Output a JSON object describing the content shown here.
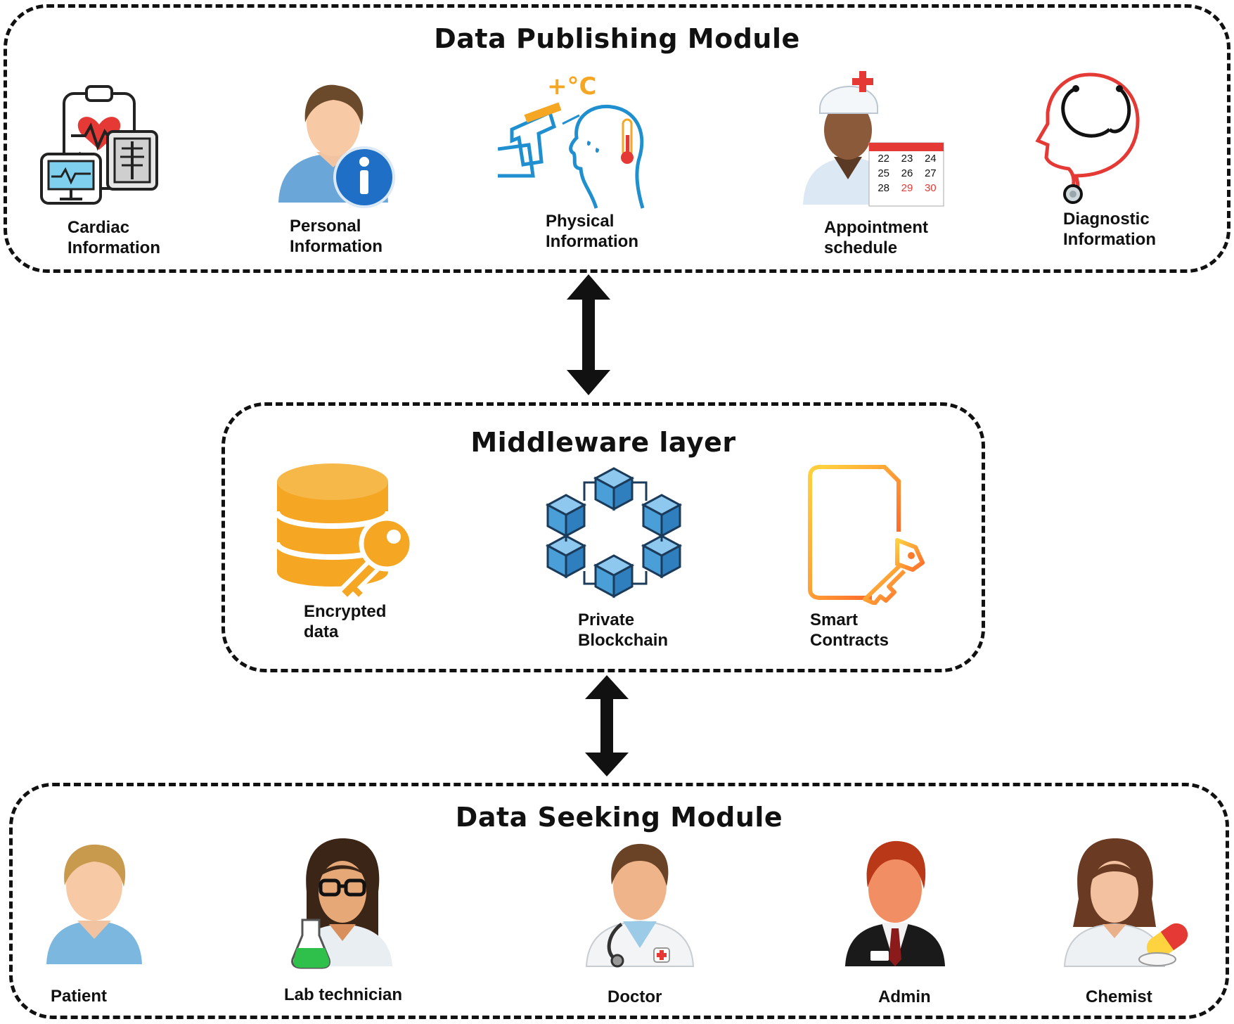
{
  "publishing_module": {
    "title": "Data Publishing Module",
    "items": [
      {
        "label": "Cardiac\nInformation",
        "icon": "cardiac-report-icon"
      },
      {
        "label": "Personal\nInformation",
        "icon": "person-info-icon"
      },
      {
        "label": "Physical\nInformation",
        "icon": "thermometer-scan-icon",
        "badge": "+°C"
      },
      {
        "label": "Appointment\nschedule",
        "icon": "doctor-calendar-icon",
        "calendar": [
          "22",
          "23",
          "24",
          "25",
          "26",
          "27",
          "28",
          "29",
          "30"
        ]
      },
      {
        "label": "Diagnostic\nInformation",
        "icon": "stethoscope-head-icon"
      }
    ]
  },
  "middleware_layer": {
    "title": "Middleware layer",
    "items": [
      {
        "label": "Encrypted\ndata",
        "icon": "database-key-icon"
      },
      {
        "label": "Private\nBlockchain",
        "icon": "blockchain-cubes-icon"
      },
      {
        "label": "Smart\nContracts",
        "icon": "contract-key-icon"
      }
    ]
  },
  "seeking_module": {
    "title": "Data Seeking Module",
    "items": [
      {
        "label": "Patient",
        "icon": "patient-avatar-icon"
      },
      {
        "label": "Lab technician",
        "icon": "lab-technician-avatar-icon"
      },
      {
        "label": "Doctor",
        "icon": "doctor-avatar-icon"
      },
      {
        "label": "Admin",
        "icon": "admin-avatar-icon"
      },
      {
        "label": "Chemist",
        "icon": "chemist-avatar-icon"
      }
    ]
  },
  "connectors": [
    {
      "from": "Data Publishing Module",
      "to": "Middleware layer",
      "direction": "bidirectional"
    },
    {
      "from": "Middleware layer",
      "to": "Data Seeking Module",
      "direction": "bidirectional"
    }
  ],
  "colors": {
    "border": "#111111",
    "orange": "#f5a623",
    "blue": "#4a9fd8",
    "red": "#e53935",
    "skin": "#f7c9a5"
  }
}
